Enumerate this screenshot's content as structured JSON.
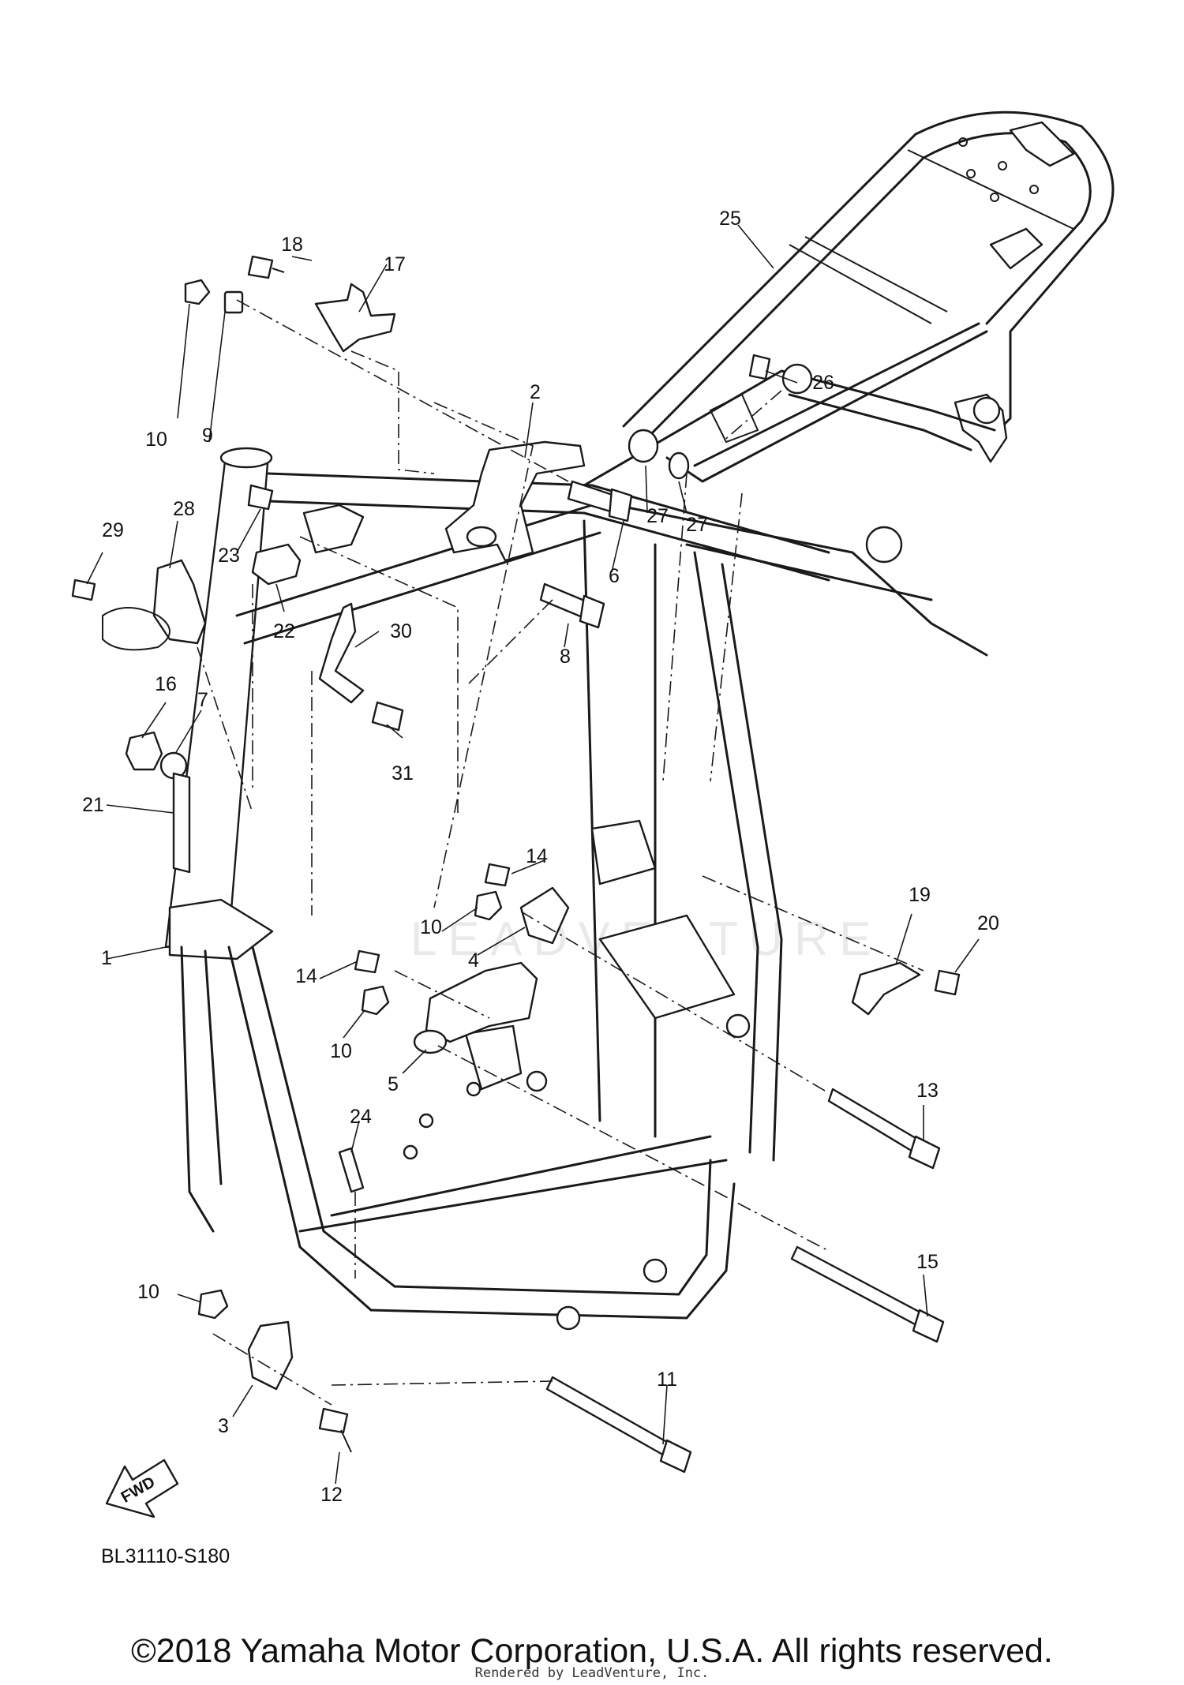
{
  "diagram": {
    "callouts": [
      "1",
      "2",
      "3",
      "4",
      "5",
      "6",
      "7",
      "8",
      "9",
      "10",
      "10",
      "10",
      "10",
      "11",
      "12",
      "13",
      "14",
      "14",
      "15",
      "16",
      "17",
      "18",
      "19",
      "20",
      "21",
      "22",
      "23",
      "24",
      "25",
      "26",
      "27",
      "27",
      "28",
      "29",
      "30",
      "31"
    ],
    "diagram_code": "BL31110-S180",
    "fwd_label": "FWD",
    "watermark": "LEADVENTURE"
  },
  "footer": {
    "copyright": "©2018 Yamaha Motor Corporation, U.S.A. All rights reserved.",
    "rendered_by": "Rendered by LeadVenture, Inc."
  }
}
